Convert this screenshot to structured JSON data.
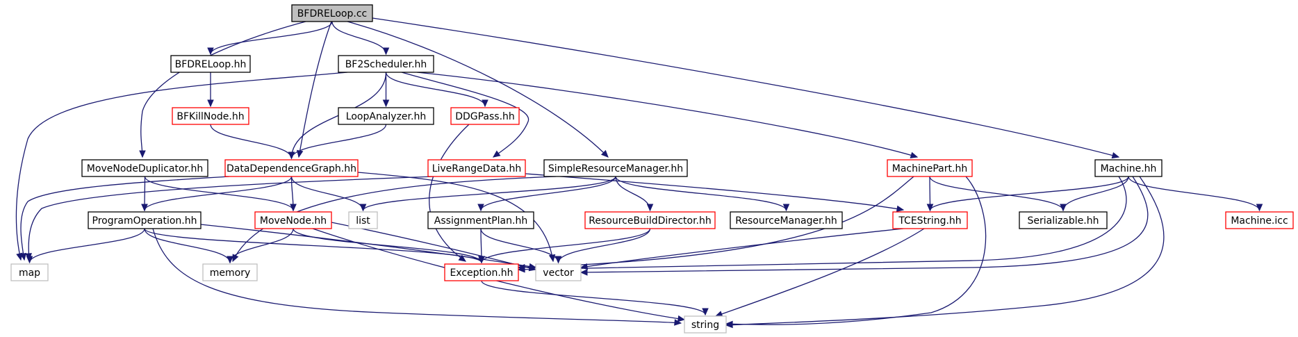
{
  "diagram": {
    "colors": {
      "edge": "#191970",
      "border_black": "#000000",
      "border_red": "#ff0000",
      "border_grey": "#bfbfbf",
      "root_fill": "#bfbfbf",
      "text": "#000000"
    },
    "nodes": [
      {
        "id": "bfdreloop_cc",
        "label": "BFDRELoop.cc",
        "style": "root"
      },
      {
        "id": "bfdreloop_hh",
        "label": "BFDRELoop.hh",
        "style": "black"
      },
      {
        "id": "bf2scheduler_hh",
        "label": "BF2Scheduler.hh",
        "style": "black"
      },
      {
        "id": "bfkillnode_hh",
        "label": "BFKillNode.hh",
        "style": "red"
      },
      {
        "id": "loopanalyzer_hh",
        "label": "LoopAnalyzer.hh",
        "style": "black"
      },
      {
        "id": "ddgpass_hh",
        "label": "DDGPass.hh",
        "style": "red"
      },
      {
        "id": "movenodeduplicator_hh",
        "label": "MoveNodeDuplicator.hh",
        "style": "black"
      },
      {
        "id": "datadependencegraph_hh",
        "label": "DataDependenceGraph.hh",
        "style": "red"
      },
      {
        "id": "liverangedata_hh",
        "label": "LiveRangeData.hh",
        "style": "red"
      },
      {
        "id": "simpleresourcemanager_hh",
        "label": "SimpleResourceManager.hh",
        "style": "black"
      },
      {
        "id": "machinepart_hh",
        "label": "MachinePart.hh",
        "style": "red"
      },
      {
        "id": "machine_hh",
        "label": "Machine.hh",
        "style": "black"
      },
      {
        "id": "programoperation_hh",
        "label": "ProgramOperation.hh",
        "style": "black"
      },
      {
        "id": "movenode_hh",
        "label": "MoveNode.hh",
        "style": "red"
      },
      {
        "id": "list",
        "label": "list",
        "style": "grey"
      },
      {
        "id": "assignmentplan_hh",
        "label": "AssignmentPlan.hh",
        "style": "black"
      },
      {
        "id": "resourcebuilddirector_hh",
        "label": "ResourceBuildDirector.hh",
        "style": "red"
      },
      {
        "id": "resourcemanager_hh",
        "label": "ResourceManager.hh",
        "style": "black"
      },
      {
        "id": "tcestring_hh",
        "label": "TCEString.hh",
        "style": "red"
      },
      {
        "id": "serializable_hh",
        "label": "Serializable.hh",
        "style": "black"
      },
      {
        "id": "machine_icc",
        "label": "Machine.icc",
        "style": "red"
      },
      {
        "id": "map",
        "label": "map",
        "style": "grey"
      },
      {
        "id": "memory",
        "label": "memory",
        "style": "grey"
      },
      {
        "id": "exception_hh",
        "label": "Exception.hh",
        "style": "red"
      },
      {
        "id": "vector",
        "label": "vector",
        "style": "grey"
      },
      {
        "id": "string",
        "label": "string",
        "style": "grey"
      }
    ],
    "edges": [
      [
        "bfdreloop_cc",
        "bfdreloop_hh"
      ],
      [
        "bfdreloop_cc",
        "bf2scheduler_hh"
      ],
      [
        "bfdreloop_cc",
        "movenodeduplicator_hh"
      ],
      [
        "bfdreloop_cc",
        "datadependencegraph_hh"
      ],
      [
        "bfdreloop_cc",
        "simpleresourcemanager_hh"
      ],
      [
        "bfdreloop_cc",
        "machine_hh"
      ],
      [
        "bfdreloop_hh",
        "bfkillnode_hh"
      ],
      [
        "bfkillnode_hh",
        "datadependencegraph_hh"
      ],
      [
        "bf2scheduler_hh",
        "map"
      ],
      [
        "bf2scheduler_hh",
        "datadependencegraph_hh"
      ],
      [
        "bf2scheduler_hh",
        "loopanalyzer_hh"
      ],
      [
        "bf2scheduler_hh",
        "ddgpass_hh"
      ],
      [
        "bf2scheduler_hh",
        "liverangedata_hh"
      ],
      [
        "bf2scheduler_hh",
        "machinepart_hh"
      ],
      [
        "loopanalyzer_hh",
        "datadependencegraph_hh"
      ],
      [
        "ddgpass_hh",
        "exception_hh"
      ],
      [
        "movenodeduplicator_hh",
        "programoperation_hh"
      ],
      [
        "movenodeduplicator_hh",
        "movenode_hh"
      ],
      [
        "datadependencegraph_hh",
        "map"
      ],
      [
        "datadependencegraph_hh",
        "programoperation_hh"
      ],
      [
        "datadependencegraph_hh",
        "movenode_hh"
      ],
      [
        "datadependencegraph_hh",
        "list"
      ],
      [
        "datadependencegraph_hh",
        "vector"
      ],
      [
        "liverangedata_hh",
        "map"
      ],
      [
        "liverangedata_hh",
        "tcestring_hh"
      ],
      [
        "simpleresourcemanager_hh",
        "memory"
      ],
      [
        "simpleresourcemanager_hh",
        "list"
      ],
      [
        "simpleresourcemanager_hh",
        "assignmentplan_hh"
      ],
      [
        "simpleresourcemanager_hh",
        "resourcebuilddirector_hh"
      ],
      [
        "simpleresourcemanager_hh",
        "resourcemanager_hh"
      ],
      [
        "programoperation_hh",
        "map"
      ],
      [
        "programoperation_hh",
        "memory"
      ],
      [
        "programoperation_hh",
        "exception_hh"
      ],
      [
        "programoperation_hh",
        "vector"
      ],
      [
        "programoperation_hh",
        "string"
      ],
      [
        "movenode_hh",
        "memory"
      ],
      [
        "movenode_hh",
        "exception_hh"
      ],
      [
        "movenode_hh",
        "vector"
      ],
      [
        "movenode_hh",
        "string"
      ],
      [
        "assignmentplan_hh",
        "exception_hh"
      ],
      [
        "assignmentplan_hh",
        "vector"
      ],
      [
        "resourcebuilddirector_hh",
        "exception_hh"
      ],
      [
        "resourcebuilddirector_hh",
        "vector"
      ],
      [
        "machinepart_hh",
        "tcestring_hh"
      ],
      [
        "machinepart_hh",
        "serializable_hh"
      ],
      [
        "machinepart_hh",
        "exception_hh"
      ],
      [
        "machinepart_hh",
        "string"
      ],
      [
        "machine_hh",
        "tcestring_hh"
      ],
      [
        "machine_hh",
        "serializable_hh"
      ],
      [
        "machine_hh",
        "machine_icc"
      ],
      [
        "machine_hh",
        "exception_hh"
      ],
      [
        "machine_hh",
        "vector"
      ],
      [
        "machine_hh",
        "string"
      ],
      [
        "tcestring_hh",
        "vector"
      ],
      [
        "tcestring_hh",
        "string"
      ],
      [
        "exception_hh",
        "string"
      ]
    ]
  }
}
